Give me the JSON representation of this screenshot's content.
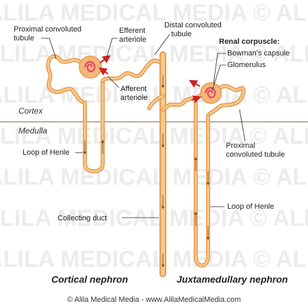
{
  "watermark": {
    "lines": [
      "ALILA MEDICAL MEDIA © ALILA ME",
      "LILA MEDICAL MEDIA © ALILA",
      "ALILA MEDICAL MEDIA © ALILA ME",
      "LILA MEDICAL MEDIA © ALILA",
      "ALILA MEDICAL MEDIA © ALILA ME",
      "LILA MEDICAL MEDIA © ALILA",
      "ALILA MEDICAL MEDIA © ALILA ME"
    ]
  },
  "zones": {
    "cortex": "Cortex",
    "medulla": "Medulla"
  },
  "labels": {
    "proximal_left_1": "Proximal convoluted",
    "proximal_left_2": "tubule",
    "efferent_1": "Efferent",
    "efferent_2": "arteriole",
    "distal_1": "Distal convoluted",
    "distal_2": "tubule",
    "renal_corpuscle": "Renal corpuscle:",
    "bowmans": "Bowman's capsule",
    "glomerulus": "Glomerulus",
    "afferent_1": "Afferent",
    "afferent_2": "arteriole",
    "loop_left": "Loop of Henle",
    "proximal_right_1": "Proximal",
    "proximal_right_2": "convoluted tubule",
    "loop_right": "Loop of Henle",
    "collecting_duct": "Collecting duct"
  },
  "titles": {
    "cortical": "Cortical nephron",
    "juxtamedullary": "Juxtamedullary nephron"
  },
  "footer": "© Alila Medical Media - www.AlilaMedicalMedia.com",
  "colors": {
    "tubule": "#e89a4c",
    "tubule_light": "#f7c98f",
    "arteriole": "#cc2222",
    "glomerulus": "#e0506a",
    "capsule": "#f3b77a",
    "boundary": "#7a5a3a"
  }
}
